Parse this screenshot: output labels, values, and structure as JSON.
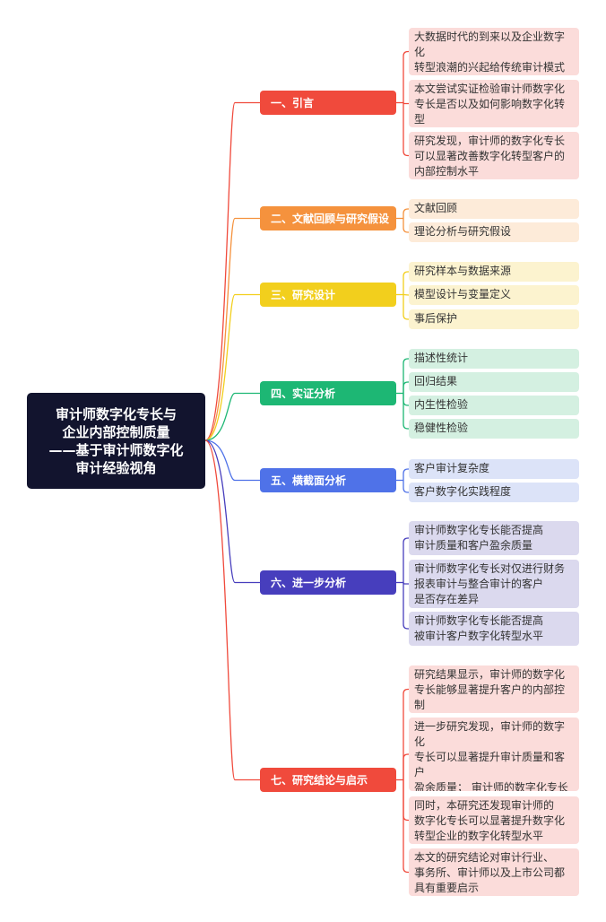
{
  "root": {
    "label": "审计师数字化专长与\n企业内部控制质量\n——基于审计师数字化\n审计经验视角"
  },
  "branches": [
    {
      "label": "一、引言",
      "color": "#f04a3c",
      "leafBg": "#fbdcda",
      "leaves": [
        "大数据时代的到来以及企业数字化\n转型浪潮的兴起给传统审计模式\n带来新的挑战",
        "本文尝试实证检验审计师数字化\n专长是否以及如何影响数字化转型\n客户的内部控制质量",
        "研究发现，审计师的数字化专长\n可以显著改善数字化转型客户的\n内部控制水平"
      ]
    },
    {
      "label": "二、文献回顾与研究假设",
      "color": "#f5923d",
      "leafBg": "#fdebd9",
      "leaves": [
        "文献回顾",
        "理论分析与研究假设"
      ]
    },
    {
      "label": "三、研究设计",
      "color": "#f2cf1d",
      "leafBg": "#fcf3cf",
      "leaves": [
        "研究样本与数据来源",
        "模型设计与变量定义",
        "事后保护"
      ]
    },
    {
      "label": "四、实证分析",
      "color": "#1db774",
      "leafBg": "#d4f0e1",
      "leaves": [
        "描述性统计",
        "回归结果",
        "内生性检验",
        "稳健性检验"
      ]
    },
    {
      "label": "五、横截面分析",
      "color": "#4f72e8",
      "leafBg": "#dce3f8",
      "leaves": [
        "客户审计复杂度",
        "客户数字化实践程度"
      ]
    },
    {
      "label": "六、进一步分析",
      "color": "#473ebd",
      "leafBg": "#dbd9ee",
      "leaves": [
        "审计师数字化专长能否提高\n审计质量和客户盈余质量",
        "审计师数字化专长对仅进行财务\n报表审计与整合审计的客户\n是否存在差异",
        "审计师数字化专长能否提高\n被审计客户数字化转型水平"
      ]
    },
    {
      "label": "七、研究结论与启示",
      "color": "#f04a3c",
      "leafBg": "#fbdcda",
      "leaves": [
        "研究结果显示，审计师的数字化\n专长能够显著提升客户的内部控制\n水平",
        "进一步研究发现，审计师的数字化\n专长可以显著提升审计质量和客户\n盈余质量； 审计师的数字化专长\n在客户进行整合审计时更能发挥\n作用",
        "同时，本研究还发现审计师的\n数字化专长可以显著提升数字化\n转型企业的数字化转型水平",
        "本文的研究结论对审计行业、\n事务所、审计师以及上市公司都\n具有重要启示"
      ]
    }
  ]
}
